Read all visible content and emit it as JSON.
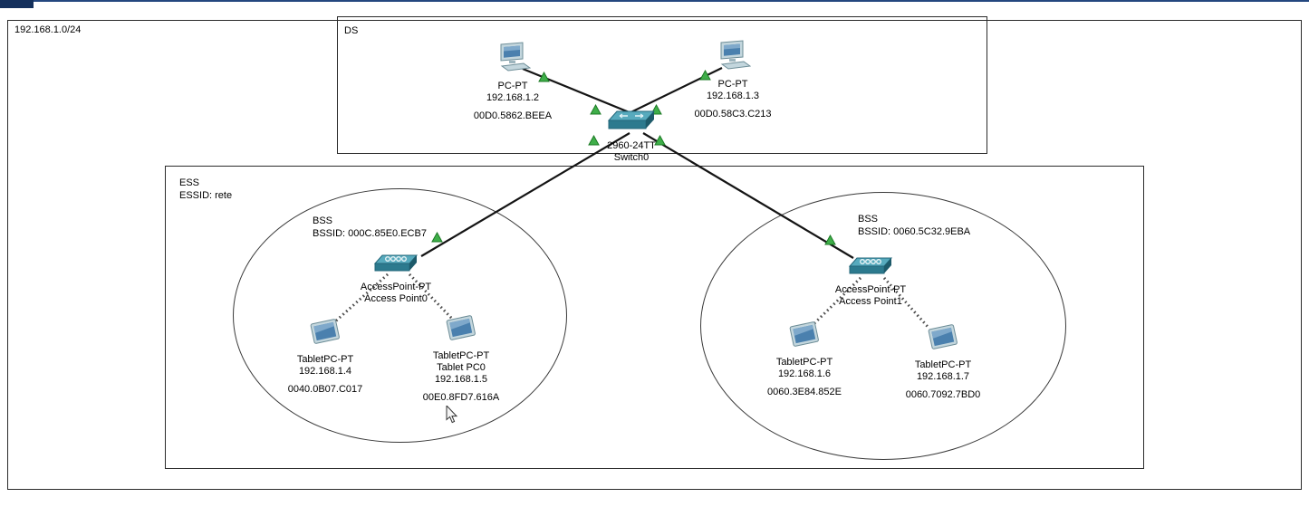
{
  "regions": {
    "subnet": {
      "label": "192.168.1.0/24"
    },
    "ds": {
      "label": "DS"
    },
    "ess": {
      "label": "ESS",
      "essid": "ESSID: rete"
    },
    "bss0": {
      "label": "BSS",
      "bssid": "BSSID: 000C.85E0.ECB7"
    },
    "bss1": {
      "label": "BSS",
      "bssid": "BSSID: 0060.5C32.9EBA"
    }
  },
  "devices": {
    "pc0": {
      "model": "PC-PT",
      "ip": "192.168.1.2",
      "mac": "00D0.5862.BEEA"
    },
    "pc1": {
      "model": "PC-PT",
      "ip": "192.168.1.3",
      "mac": "00D0.58C3.C213"
    },
    "switch0": {
      "model": "2960-24TT",
      "name": "Switch0"
    },
    "ap0": {
      "model": "AccessPoint-PT",
      "name": "Access Point0"
    },
    "ap1": {
      "model": "AccessPoint-PT",
      "name": "Access Point1"
    },
    "tablet0": {
      "model": "TabletPC-PT",
      "ip": "192.168.1.4",
      "mac": "0040.0B07.C017"
    },
    "tablet1": {
      "model": "TabletPC-PT",
      "name": "Tablet PC0",
      "ip": "192.168.1.5",
      "mac": "00E0.8FD7.616A"
    },
    "tablet2": {
      "model": "TabletPC-PT",
      "ip": "192.168.1.6",
      "mac": "0060.3E84.852E"
    },
    "tablet3": {
      "model": "TabletPC-PT",
      "ip": "192.168.1.7",
      "mac": "0060.7092.7BD0"
    }
  },
  "links": {
    "wired": [
      {
        "from": "PC-PT 192.168.1.2",
        "to": "Switch0"
      },
      {
        "from": "PC-PT 192.168.1.3",
        "to": "Switch0"
      },
      {
        "from": "Switch0",
        "to": "Access Point0"
      },
      {
        "from": "Switch0",
        "to": "Access Point1"
      }
    ],
    "wireless": [
      {
        "from": "Access Point0",
        "to": "TabletPC-PT 192.168.1.4"
      },
      {
        "from": "Access Point0",
        "to": "Tablet PC0 192.168.1.5"
      },
      {
        "from": "Access Point1",
        "to": "TabletPC-PT 192.168.1.6"
      },
      {
        "from": "Access Point1",
        "to": "TabletPC-PT 192.168.1.7"
      }
    ],
    "status_up_color": "#3fae49"
  },
  "icons": {
    "pc": "pc-icon",
    "switch": "switch-icon",
    "access_point": "access-point-icon",
    "tablet": "tablet-icon",
    "link_status": "link-up-triangle-icon",
    "cursor": "mouse-cursor-icon"
  },
  "colors": {
    "device_teal_top": "#57aabd",
    "device_teal_front": "#2c7a8e",
    "screen_blue": "#4a80ae",
    "link_up_green": "#3fae49"
  }
}
